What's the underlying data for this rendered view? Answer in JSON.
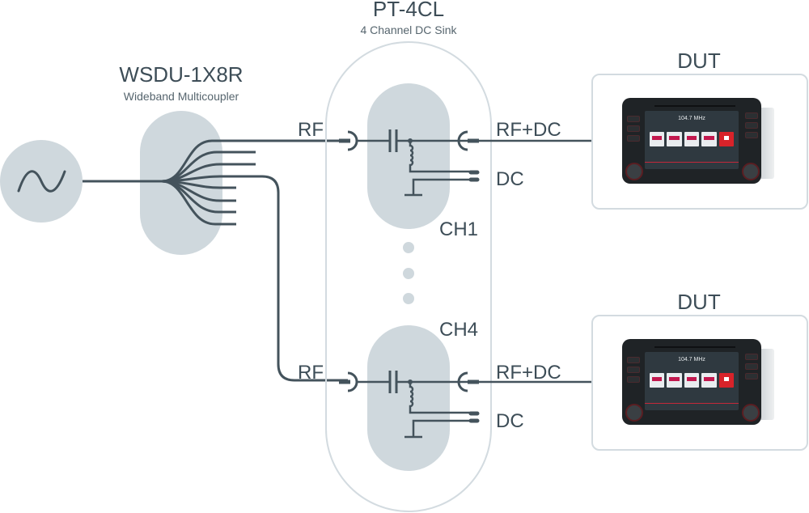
{
  "colors": {
    "line": "#44535c",
    "fill": "#cfd8dd",
    "outline": "#d3dbe0",
    "text": "#3d4d57"
  },
  "signal_source": {
    "icon": "sine-wave-icon"
  },
  "multicoupler": {
    "title": "WSDU-1X8R",
    "subtitle": "Wideband Multicoupler",
    "outputs": 8
  },
  "dc_sink": {
    "title": "PT-4CL",
    "subtitle": "4 Channel DC Sink",
    "channels": [
      {
        "label": "CH1",
        "rf_in": "RF",
        "rf_out": "RF+DC",
        "dc": "DC"
      },
      {
        "label": "CH4",
        "rf_in": "RF",
        "rf_out": "RF+DC",
        "dc": "DC"
      }
    ]
  },
  "duts": [
    {
      "label": "DUT",
      "frequency": "104.7 MHz"
    },
    {
      "label": "DUT",
      "frequency": "104.7 MHz"
    }
  ]
}
